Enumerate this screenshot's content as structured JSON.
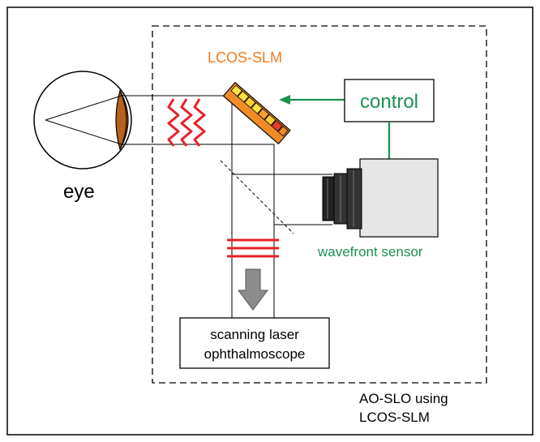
{
  "labels": {
    "slm": "LCOS-SLM",
    "control": "control",
    "eye": "eye",
    "sensor": "wavefront sensor",
    "slo_line1": "scanning laser",
    "slo_line2": "ophthalmoscope",
    "caption_line1": "AO-SLO using",
    "caption_line2": "LCOS-SLM"
  },
  "colors": {
    "slm_label": "#f07a1c",
    "slm_body": "#f08c28",
    "green": "#1a9150",
    "wave": "#e8202a",
    "iris": "#b8611c",
    "sensor_body": "#e6e6e6",
    "lens": "#333333",
    "arrow": "#8c8c8c"
  },
  "icons": {
    "eye": "eye-icon",
    "slm": "lcos-slm-icon",
    "sensor": "wavefront-sensor-icon",
    "arrow": "down-arrow-icon"
  }
}
